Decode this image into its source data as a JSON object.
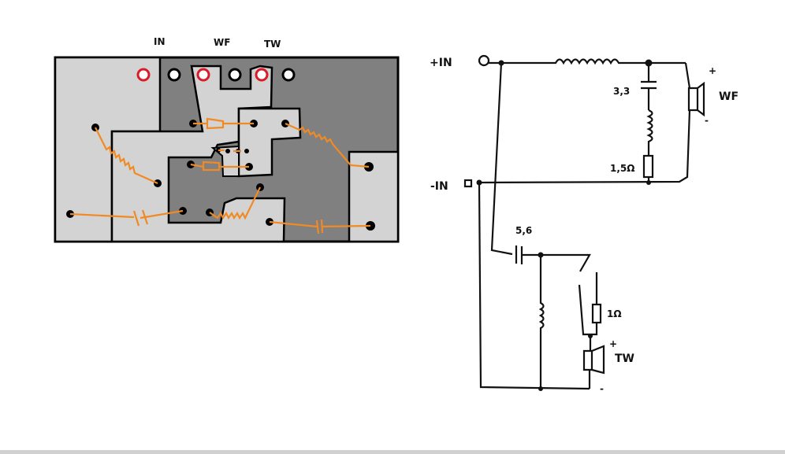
{
  "board": {
    "labels": {
      "in": "IN",
      "wf": "WF",
      "tw": "TW"
    },
    "colors": {
      "copper_light": "#d3d3d3",
      "copper_dark": "#808080",
      "component": "#f08a24",
      "pad_marked": "#d91c2a"
    }
  },
  "schematic": {
    "plus_in": "+IN",
    "minus_in": "-IN",
    "c_woofer": "3,3",
    "r_woofer": "1,5Ω",
    "c_tweeter": "5,6",
    "r_tweeter": "1Ω",
    "woofer_label": "WF",
    "tweeter_label": "TW",
    "plus": "+",
    "minus": "-"
  }
}
